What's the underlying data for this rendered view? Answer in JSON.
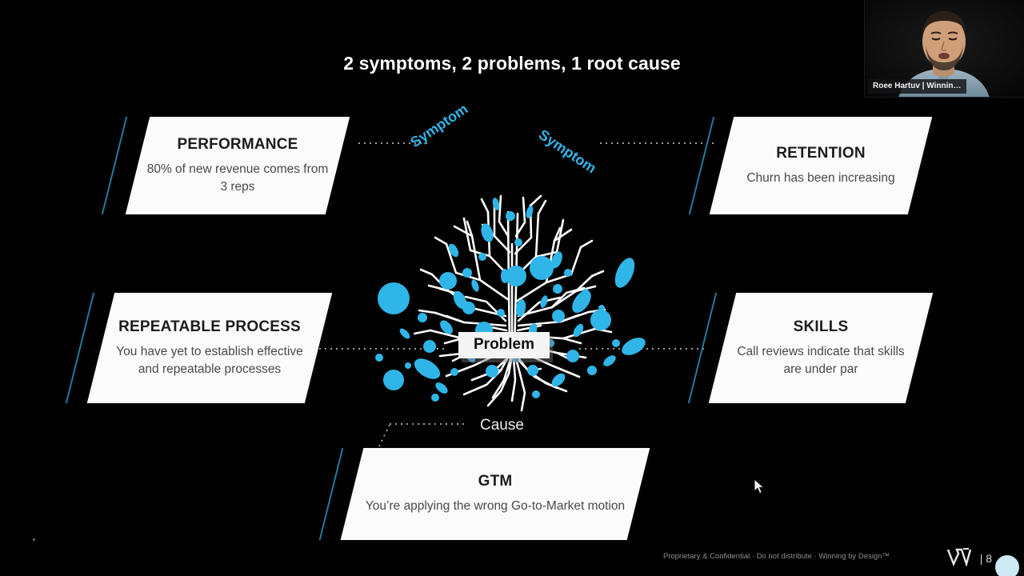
{
  "slide": {
    "title": "2 symptoms, 2 problems, 1 root cause",
    "background_color": "#000000",
    "accent_color": "#2fb5e8"
  },
  "diagram": {
    "center_labels": {
      "problem": "Problem",
      "cause": "Cause",
      "symptom_left": "Symptom",
      "symptom_right": "Symptom"
    },
    "cards": [
      {
        "id": "performance",
        "title": "PERFORMANCE",
        "body": "80% of new revenue comes from 3 reps"
      },
      {
        "id": "retention",
        "title": "RETENTION",
        "body": "Churn has been increasing"
      },
      {
        "id": "repeatable-process",
        "title": "REPEATABLE PROCESS",
        "body": "You have yet to establish effective and repeatable processes"
      },
      {
        "id": "skills",
        "title": "SKILLS",
        "body": "Call reviews indicate that skills are under par"
      },
      {
        "id": "gtm",
        "title": "GTM",
        "body": "You’re applying the wrong Go-to-Market motion"
      }
    ]
  },
  "webcam": {
    "name_label": "Roee Hartuv | Winnin…"
  },
  "footer": {
    "confidentiality": "Proprietary & Confidential · Do not distribute · Winning by Design™",
    "page_number": "| 8",
    "logo": "w-logo-icon"
  }
}
